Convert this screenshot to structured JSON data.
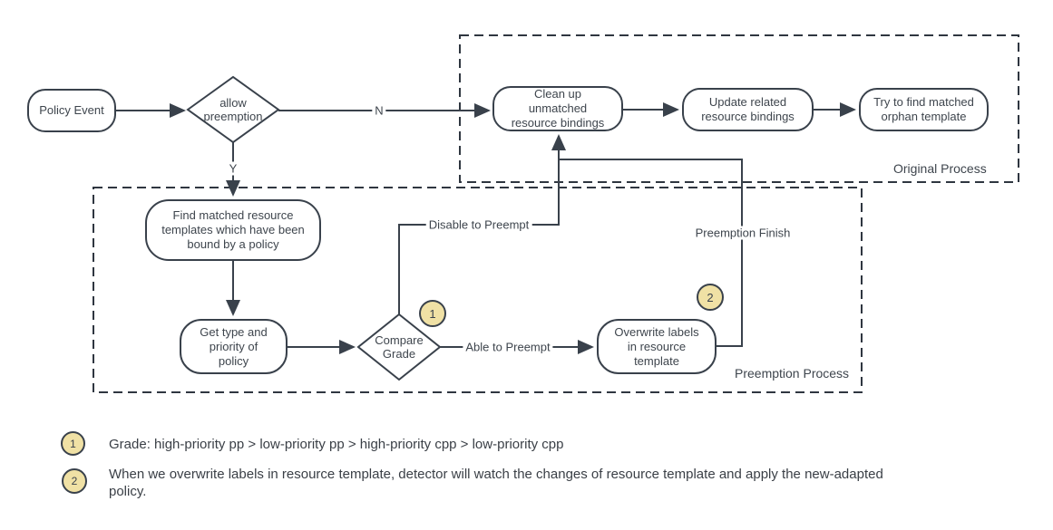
{
  "nodes": {
    "policy_event": "Policy Event",
    "allow_preemption": "allow preemption",
    "clean_up": "Clean up unmatched resource bindings",
    "update_related": "Update related resource bindings",
    "try_find": "Try to find matched orphan template",
    "find_matched": "Find matched resource templates which have been bound by a policy",
    "get_type": "Get type and priority of policy",
    "compare_grade": "Compare Grade",
    "overwrite_labels": "Overwrite labels in resource template"
  },
  "edge_labels": {
    "no": "N",
    "yes": "Y",
    "disable": "Disable to Preempt",
    "able": "Able to Preempt",
    "finish": "Preemption Finish"
  },
  "groups": {
    "original": "Original Process",
    "preemption": "Preemption Process"
  },
  "diagram_badges": {
    "grade_ref": "1",
    "overwrite_ref": "2"
  },
  "notes": [
    {
      "badge": "1",
      "text": "Grade: high-priority pp > low-priority pp > high-priority cpp > low-priority cpp"
    },
    {
      "badge": "2",
      "text": "When we overwrite labels in resource template, detector will watch the changes of resource template and apply the new-adapted policy."
    }
  ],
  "colors": {
    "stroke": "#39414b",
    "text": "#3e454d",
    "badge_fill": "#f0e1a5",
    "badge_border": "#39414b",
    "background": "#ffffff"
  }
}
